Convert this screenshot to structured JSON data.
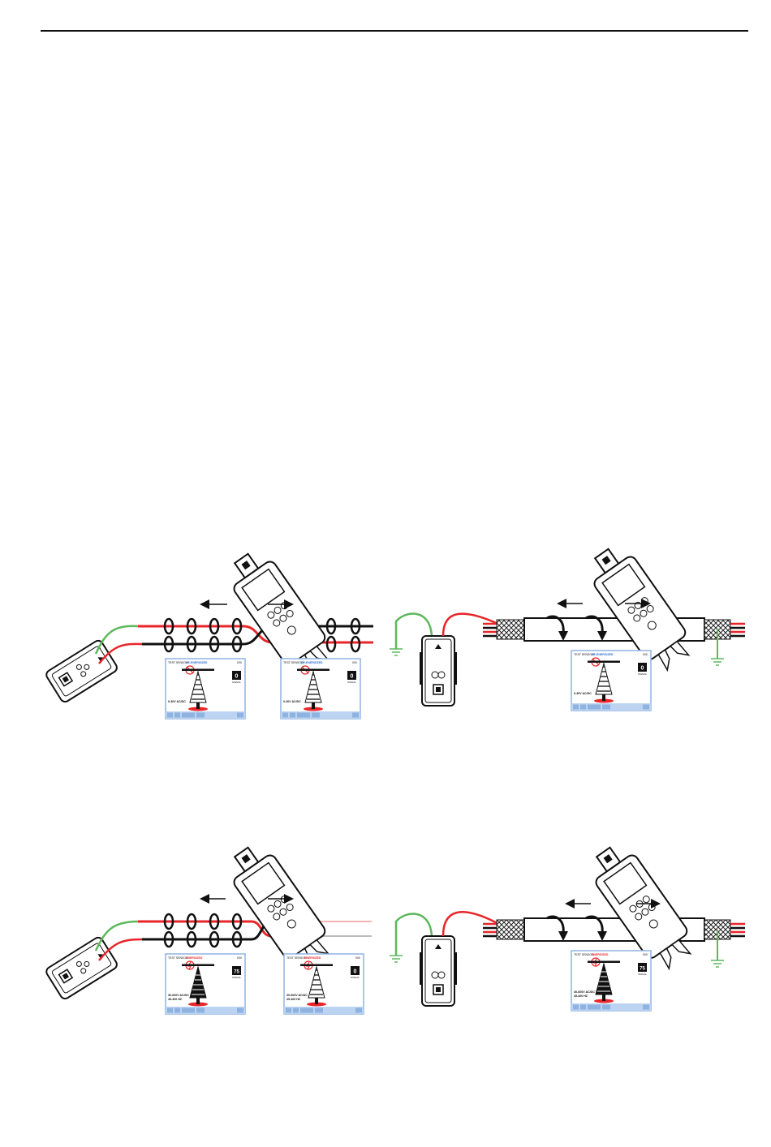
{
  "screens": {
    "title_prefix": "TEST SENSOR:",
    "deenergized": "DE-ENERGIZED",
    "energized": "ENERGIZED",
    "corner": "000",
    "signal_label": "SIGNAL",
    "fig1_left_value": "0",
    "fig1_left_range": "0-30V AC/DC",
    "fig1_right_value": "0",
    "fig1_right_range": "0-30V AC/DC",
    "fig2_value": "0",
    "fig2_range": "0-30V AC/DC",
    "fig3_left_value": "75",
    "fig3_left_range": "30-600V AC/DC",
    "fig3_left_freq": "45-400 HZ",
    "fig3_right_value": "0",
    "fig3_right_range": "30-600V AC/DC",
    "fig3_right_freq": "45-400 HZ",
    "fig4_value": "75",
    "fig4_range": "30-600V AC/DC",
    "fig4_freq": "45-400 HZ"
  },
  "colors": {
    "live_wire": "#e8262a",
    "ground_wire": "#5cb85c",
    "screen_frame": "#8fb3e0",
    "toolbar": "#bcd3f1",
    "deenergized_text": "#2a6fd0",
    "energized_text": "#e8262a"
  },
  "icons": [
    "home-icon",
    "help-icon",
    "volume-icon",
    "minus-icon",
    "plus-icon",
    "no-voltage-icon",
    "voltage-icon",
    "ground-icon"
  ]
}
